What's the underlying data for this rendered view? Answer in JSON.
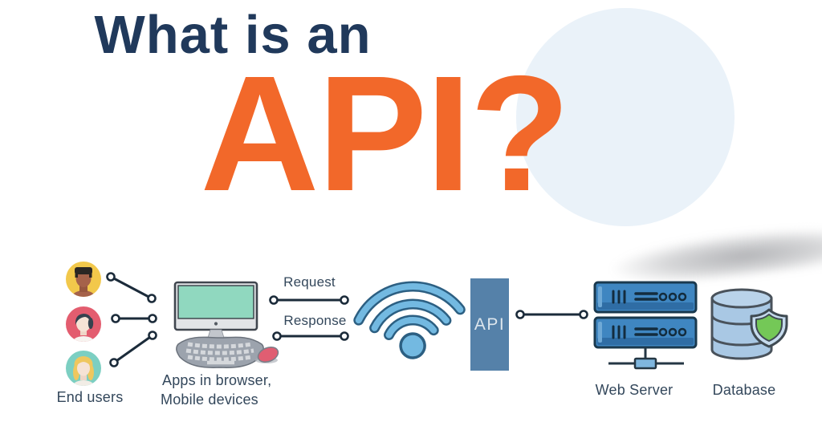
{
  "title": {
    "line1": "What is an",
    "line2": "API?"
  },
  "colors": {
    "navy": "#20395B",
    "orange": "#F2682A",
    "circle_bg": "#EAF2F9",
    "label_text": "#33475B",
    "connector_line": "#1B2B3A",
    "api_box": "#5581A9",
    "wifi_fill": "#73B9E1",
    "wifi_outline": "#2C5F82",
    "server_fill": "#3F86C1",
    "server_outline": "#1A394E",
    "database_fill": "#A9C8E4",
    "shield_green": "#74C857",
    "screen_mint": "#90D8BF"
  },
  "flow": {
    "end_users": {
      "label": "End users",
      "avatars": [
        {
          "name": "man-avatar",
          "bg": "#F2C84B"
        },
        {
          "name": "woman-dark-hair-avatar",
          "bg": "#E35D6F"
        },
        {
          "name": "woman-blonde-avatar",
          "bg": "#7CCFC2"
        }
      ]
    },
    "apps": {
      "label_line1": "Apps in browser,",
      "label_line2": "Mobile devices"
    },
    "request": {
      "label": "Request"
    },
    "response": {
      "label": "Response"
    },
    "api": {
      "label": "API"
    },
    "web_server": {
      "label": "Web Server"
    },
    "database": {
      "label": "Database"
    }
  },
  "icons": [
    "man-avatar-icon",
    "woman-dark-hair-avatar-icon",
    "woman-blonde-avatar-icon",
    "desktop-computer-icon",
    "keyboard-icon",
    "mouse-icon",
    "wifi-icon",
    "server-icon",
    "database-icon",
    "shield-icon"
  ]
}
